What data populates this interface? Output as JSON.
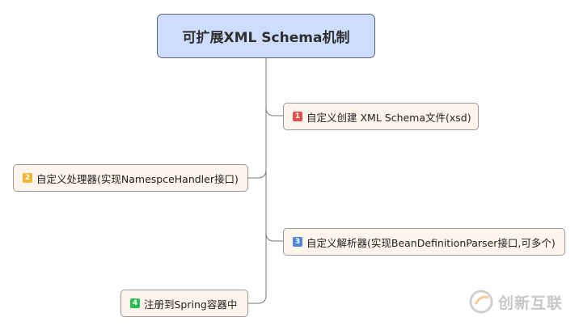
{
  "root": {
    "title": "可扩展XML Schema机制"
  },
  "nodes": [
    {
      "number": "1",
      "label": "自定义创建 XML Schema文件(xsd)",
      "badge_color": "#e2504a"
    },
    {
      "number": "2",
      "label": "自定义处理器(实现NamespceHandler接口)",
      "badge_color": "#f2b632"
    },
    {
      "number": "3",
      "label": "自定义解析器(实现BeanDefinitionParser接口,可多个)",
      "badge_color": "#4f86d9"
    },
    {
      "number": "4",
      "label": "注册到Spring容器中",
      "badge_color": "#2bbd55"
    }
  ],
  "watermark": {
    "text": "创新互联",
    "icon": "logo-icon"
  },
  "colors": {
    "root_fill": "#cdddfb",
    "node_fill": "#fdf4ec",
    "connector": "#777777"
  }
}
